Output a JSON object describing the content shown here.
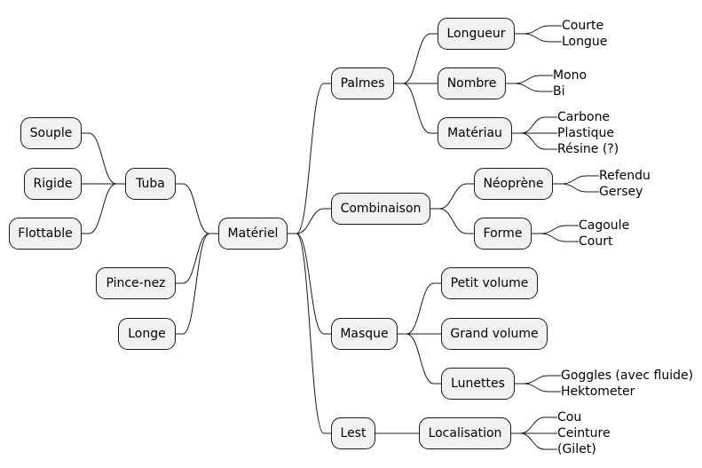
{
  "root": {
    "label": "Matériel"
  },
  "left": [
    {
      "label": "Tuba",
      "children": [
        {
          "label": "Souple"
        },
        {
          "label": "Rigide"
        },
        {
          "label": "Flottable"
        }
      ]
    },
    {
      "label": "Pince-nez"
    },
    {
      "label": "Longe"
    }
  ],
  "right": [
    {
      "label": "Palmes",
      "children": [
        {
          "label": "Longueur",
          "leaves": [
            "Courte",
            "Longue"
          ]
        },
        {
          "label": "Nombre",
          "leaves": [
            "Mono",
            "Bi"
          ]
        },
        {
          "label": "Matériau",
          "leaves": [
            "Carbone",
            "Plastique",
            "Résine (?)"
          ]
        }
      ]
    },
    {
      "label": "Combinaison",
      "children": [
        {
          "label": "Néoprène",
          "leaves": [
            "Refendu",
            "Gersey"
          ]
        },
        {
          "label": "Forme",
          "leaves": [
            "Cagoule",
            "Court"
          ]
        }
      ]
    },
    {
      "label": "Masque",
      "children": [
        {
          "label": "Petit volume"
        },
        {
          "label": "Grand volume"
        },
        {
          "label": "Lunettes",
          "leaves": [
            "Goggles (avec fluide)",
            "Hektometer"
          ]
        }
      ]
    },
    {
      "label": "Lest",
      "children": [
        {
          "label": "Localisation",
          "leaves": [
            "Cou",
            "Ceinture",
            "(Gilet)"
          ]
        }
      ]
    }
  ]
}
